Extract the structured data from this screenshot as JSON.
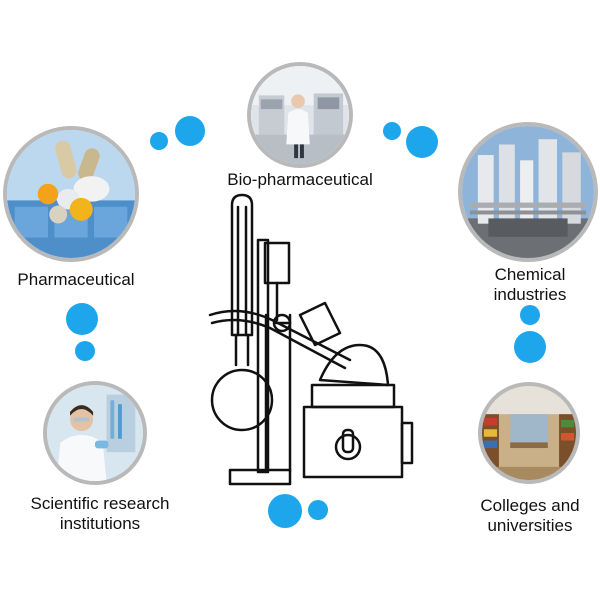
{
  "items": [
    {
      "id": "bio",
      "label": "Bio-pharmaceutical"
    },
    {
      "id": "pharma",
      "label": "Pharmaceutical"
    },
    {
      "id": "chem",
      "label_line1": "Chemical",
      "label_line2": "industries"
    },
    {
      "id": "sci",
      "label_line1": "Scientific research",
      "label_line2": "institutions"
    },
    {
      "id": "edu",
      "label_line1": "Colleges and",
      "label_line2": "universities"
    }
  ],
  "colors": {
    "accent_dot": "#1ea6ec",
    "photo_border": "#b9b9b9",
    "line_art": "#111111"
  },
  "icons": {
    "center": "rotary-evaporator-icon"
  }
}
